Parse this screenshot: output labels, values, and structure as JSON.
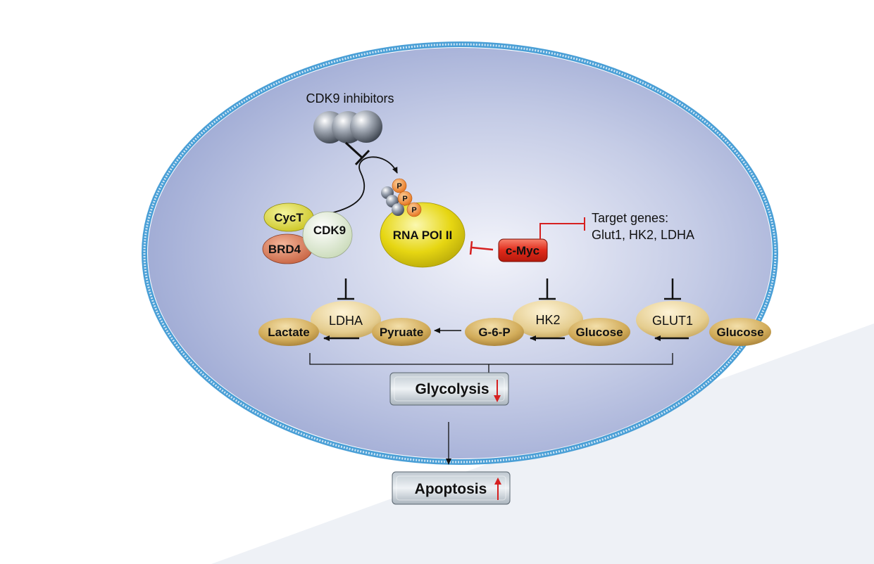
{
  "inhibitor": {
    "label": "CDK9 inhibitors"
  },
  "complex": {
    "cyct": "CycT",
    "cdk9": "CDK9",
    "brd4": "BRD4"
  },
  "polymerase": {
    "label": "RNA POl II",
    "phospho": [
      "P",
      "P",
      "P"
    ]
  },
  "cmyc": {
    "label": "c-Myc"
  },
  "target_genes": {
    "line1": "Target genes:",
    "line2": "Glut1, HK2, LDHA"
  },
  "pathway": {
    "lactate": "Lactate",
    "ldha": "LDHA",
    "pyruvate": "Pyruate",
    "g6p": "G-6-P",
    "hk2": "HK2",
    "glucose_inner": "Glucose",
    "glut1": "GLUT1",
    "glucose_outer": "Glucose"
  },
  "outcomes": {
    "glycolysis": "Glycolysis",
    "apoptosis": "Apoptosis"
  },
  "colors": {
    "cell_fill": "#a9b4d8",
    "membrane": "#4a9fd6",
    "inhibition_red": "#d62020",
    "cmyc_red": "#e02a1a",
    "pol_yellow": "#e6d612",
    "metabolite_tan": "#c9a04e",
    "enzyme_tan": "#e2c98a",
    "phospho_orange": "#f08a20"
  }
}
